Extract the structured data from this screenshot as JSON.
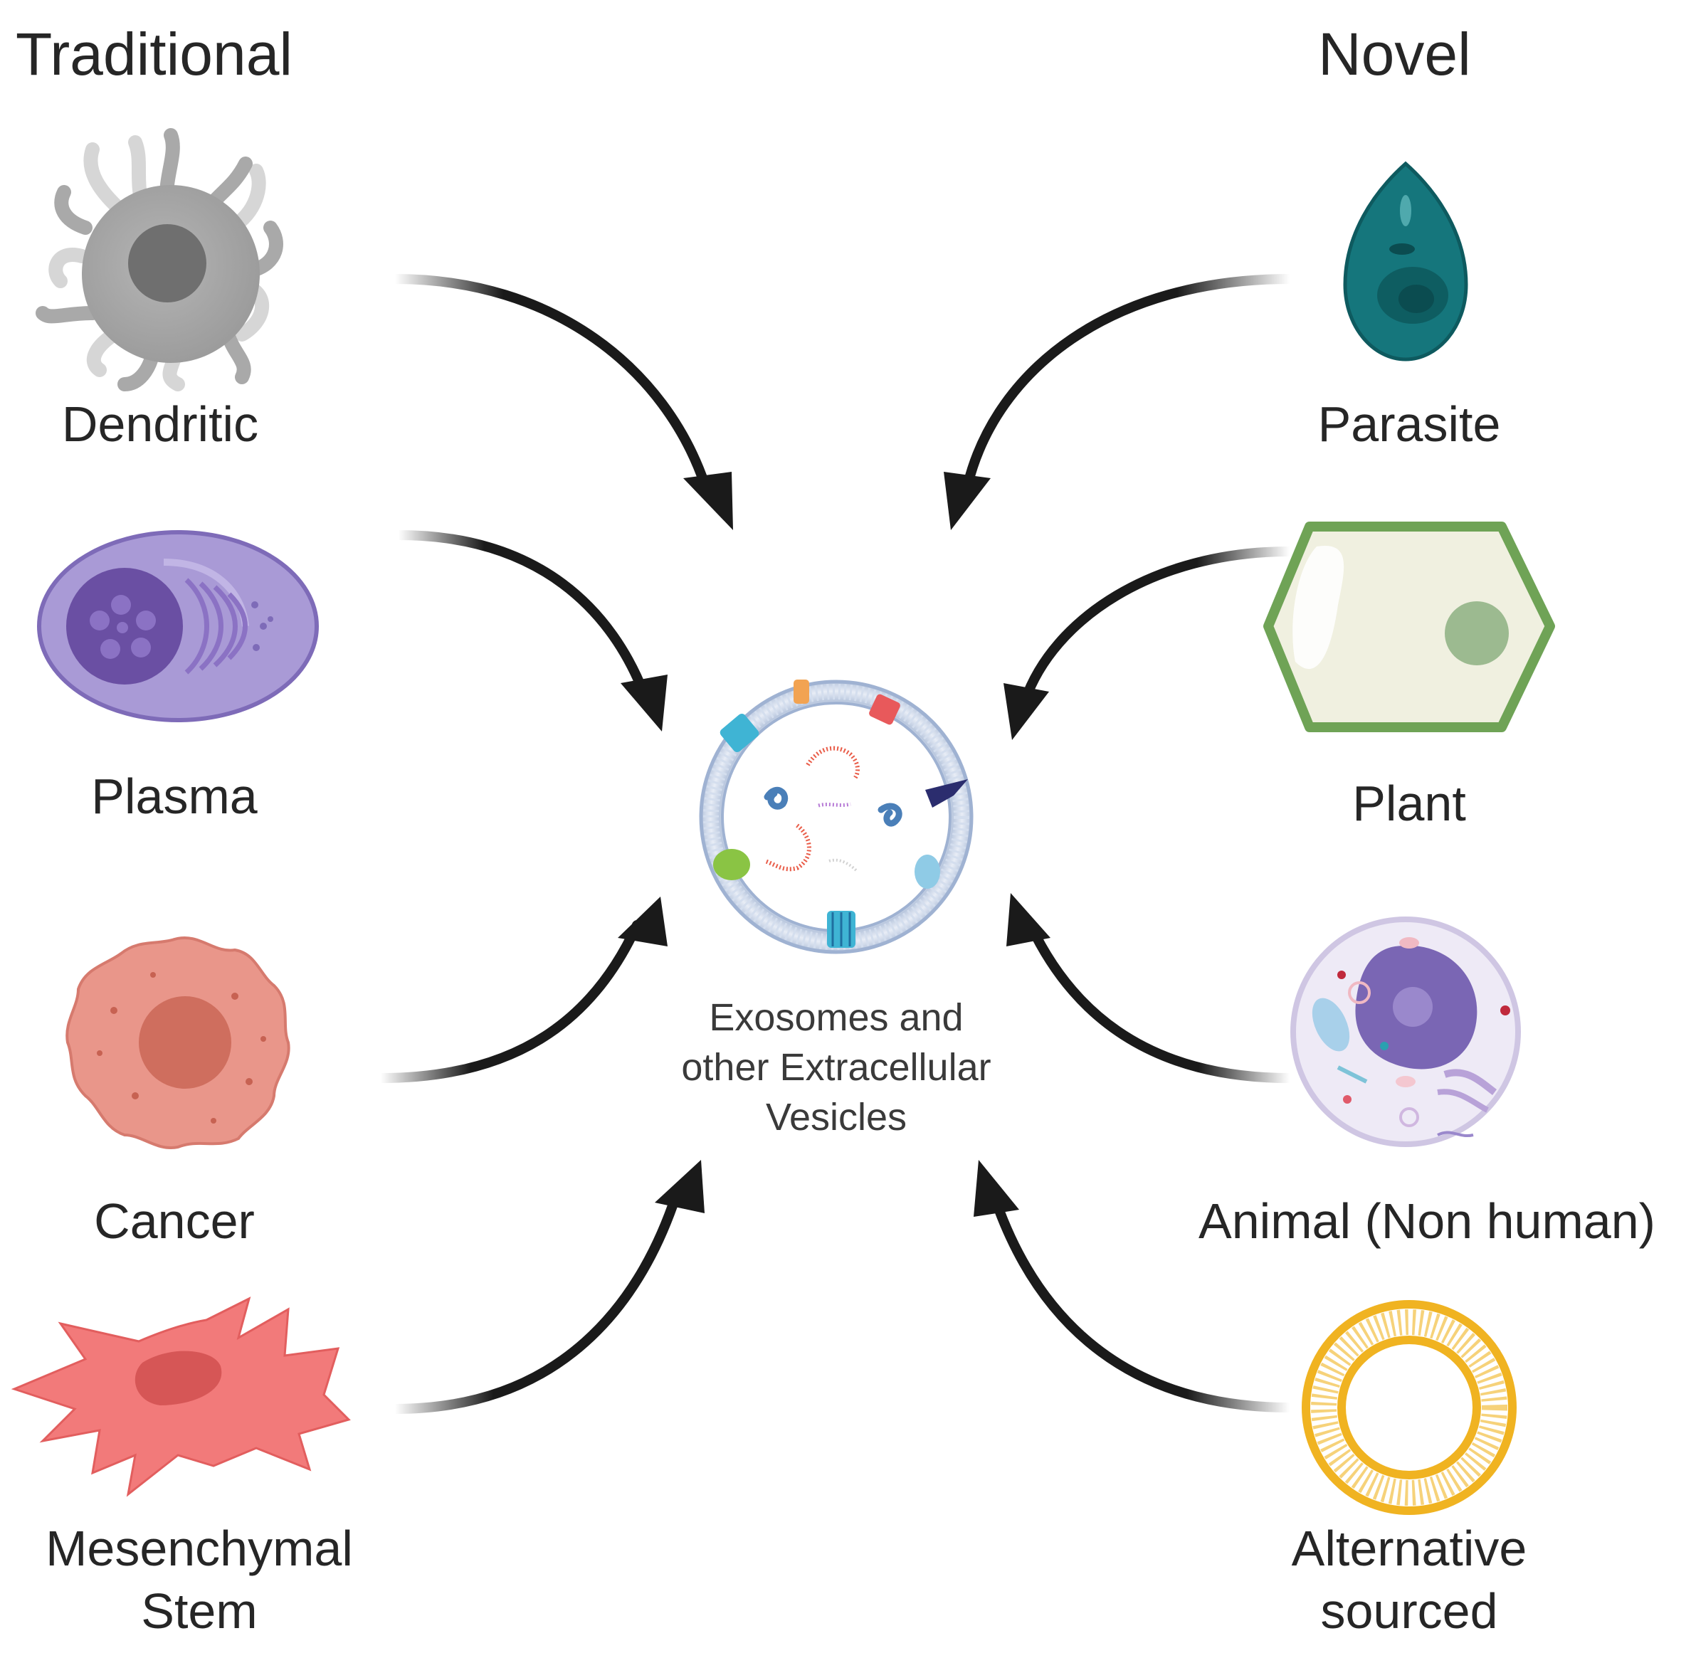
{
  "headings": {
    "traditional": "Traditional",
    "novel": "Novel"
  },
  "traditional_sources": [
    {
      "label": "Dendritic"
    },
    {
      "label": "Plasma"
    },
    {
      "label": "Cancer"
    },
    {
      "label": "Mesenchymal",
      "label2": "Stem"
    }
  ],
  "novel_sources": [
    {
      "label": "Parasite"
    },
    {
      "label": "Plant"
    },
    {
      "label": "Animal (Non human)"
    },
    {
      "label": "Alternative",
      "label2": "sourced"
    }
  ],
  "center": {
    "line1": "Exosomes and",
    "line2": "other Extracellular",
    "line3": "Vesicles"
  },
  "colors": {
    "text": "#262626",
    "arrow": "#1a1a1a",
    "dendritic": "#9e9e9e",
    "plasma": "#a99ad6",
    "cancer": "#e9968a",
    "mesenchymal": "#f27a7a",
    "parasite": "#15767c",
    "plant": "#6fa356",
    "animal": "#e3dcef",
    "alternative": "#f0b321"
  }
}
